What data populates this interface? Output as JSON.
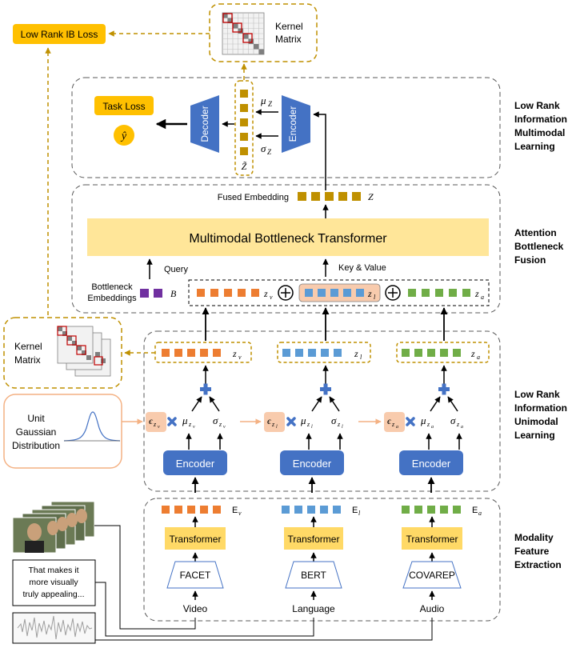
{
  "colors": {
    "orange": "#ED7D31",
    "blue": "#5B9BD5",
    "green": "#70AD47",
    "gold": "#BF9000",
    "purple": "#7030A0",
    "encoder": "#4472C4",
    "yellow_fill": "#FFD966",
    "light_yellow": "#FFE699",
    "salmon": "#F8CBAD",
    "dash_gray": "#595959"
  },
  "labels": {
    "low_rank_ib_loss": "Low Rank IB Loss",
    "kernel_matrix_top_line1": "Kernel",
    "kernel_matrix_top_line2": "Matrix",
    "kernel_matrix_left_line1": "Kernel",
    "kernel_matrix_left_line2": "Matrix",
    "task_loss": "Task Loss",
    "y_hat": "ŷ",
    "decoder": "Decoder",
    "encoder_top": "Encoder",
    "mu_z": "μ",
    "mu_z_sub": "Z",
    "sigma_z": "σ",
    "sigma_z_sub": "Z",
    "z_tilde": "Z̃",
    "fused_embedding": "Fused Embedding",
    "z_fused": "Z",
    "mbt": "Multimodal Bottleneck Transformer",
    "query": "Query",
    "key_value": "Key & Value",
    "bottleneck_line1": "Bottleneck",
    "bottleneck_line2": "Embeddings",
    "b_symbol": "B",
    "unit_line1": "Unit",
    "unit_line2": "Gaussian",
    "unit_line3": "Distribution",
    "encoder_v": "Encoder",
    "encoder_l": "Encoder",
    "encoder_a": "Encoder",
    "transformer_v": "Transformer",
    "transformer_l": "Transformer",
    "transformer_a": "Transformer",
    "facet": "FACET",
    "bert": "BERT",
    "covarep": "COVAREP",
    "video": "Video",
    "language": "Language",
    "audio": "Audio",
    "sample_text_line1": "That makes it",
    "sample_text_line2": "more visually",
    "sample_text_line3": "truly appealing..."
  },
  "symbols": {
    "z_v": "z",
    "z_v_sub": "v",
    "z_l": "z",
    "z_l_sub": "l",
    "z_a": "z",
    "z_a_sub": "a",
    "eps": "ϵ",
    "mu": "μ",
    "sigma": "σ",
    "z_sub": "z",
    "sub_v": "v",
    "sub_l": "l",
    "sub_a": "a",
    "E": "E",
    "E_v_sub": "v",
    "E_l_sub": "l",
    "E_a_sub": "a"
  },
  "sections": {
    "multimodal_line1": "Low Rank",
    "multimodal_line2": "Information",
    "multimodal_line3": "Multimodal",
    "multimodal_line4": "Learning",
    "fusion_line1": "Attention",
    "fusion_line2": "Bottleneck",
    "fusion_line3": "Fusion",
    "unimodal_line1": "Low Rank",
    "unimodal_line2": "Information",
    "unimodal_line3": "Unimodal",
    "unimodal_line4": "Learning",
    "extraction_line1": "Modality",
    "extraction_line2": "Feature",
    "extraction_line3": "Extraction"
  }
}
